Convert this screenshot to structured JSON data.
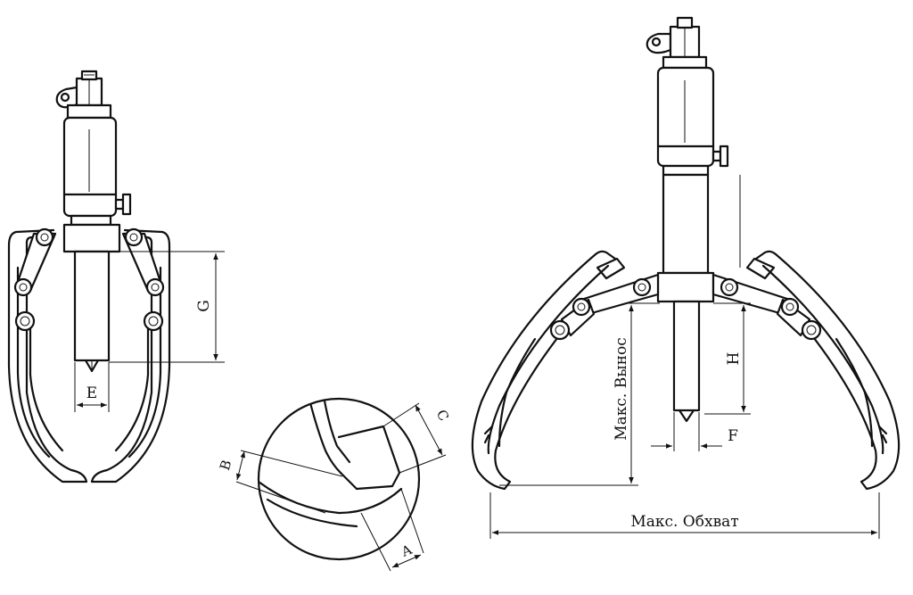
{
  "labels": {
    "g": "G",
    "e": "E",
    "b": "B",
    "c": "C",
    "a": "A",
    "h": "H",
    "f": "F",
    "max_reach": "Макс. Вынос",
    "max_span": "Макс. Обхват"
  },
  "colors": {
    "ink": "#111111",
    "paper": "#ffffff"
  }
}
